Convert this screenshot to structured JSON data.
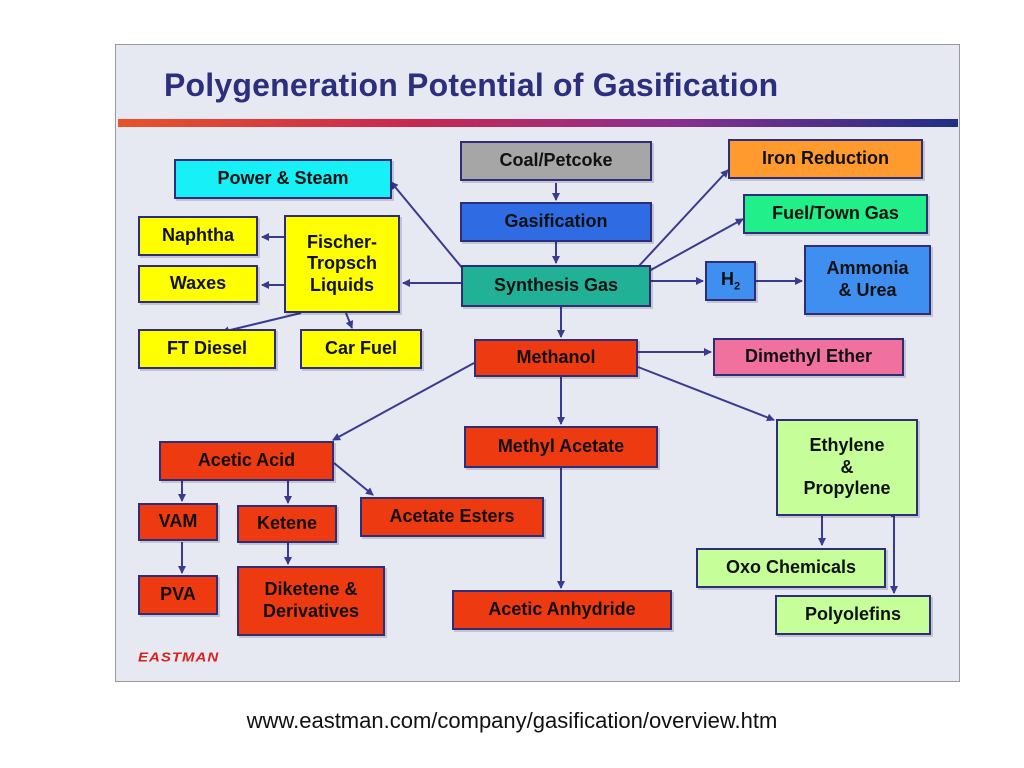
{
  "slide": {
    "title": "Polygeneration Potential of Gasification",
    "logo": "EASTMAN"
  },
  "source_url": "www.eastman.com/company/gasification/overview.htm",
  "colors": {
    "title": "#2b2f7e",
    "feedstock": "#a6a6a6",
    "gasification": "#2f6ce3",
    "synthesis_gas": "#20b196",
    "power": "#17f0f7",
    "fischer_tropsch": "#ffff00",
    "iron": "#ff9a2e",
    "fuel_gas": "#21f08a",
    "ammonia": "#3f8ff0",
    "methanol_chain": "#ee3a10",
    "dme": "#f0719d",
    "olefins": "#c6ff99",
    "arrow": "#3a3a90"
  },
  "nodes": {
    "coal": "Coal/Petcoke",
    "gasification": "Gasification",
    "syngas": "Synthesis Gas",
    "power": "Power & Steam",
    "ft": "Fischer-\nTropsch\nLiquids",
    "naphtha": "Naphtha",
    "waxes": "Waxes",
    "ftdiesel": "FT Diesel",
    "carfuel": "Car Fuel",
    "iron": "Iron Reduction",
    "fuelgas": "Fuel/Town Gas",
    "h2_main": "H",
    "h2_sub": "2",
    "ammonia": "Ammonia\n& Urea",
    "methanol": "Methanol",
    "dme": "Dimethyl Ether",
    "aceticacid": "Acetic Acid",
    "methylacetate": "Methyl Acetate",
    "olefins": "Ethylene\n&\nPropylene",
    "vam": "VAM",
    "ketene": "Ketene",
    "esters": "Acetate Esters",
    "pva": "PVA",
    "diketene": "Diketene &\nDerivatives",
    "anhydride": "Acetic Anhydride",
    "oxo": "Oxo Chemicals",
    "polyolefins": "Polyolefins"
  }
}
